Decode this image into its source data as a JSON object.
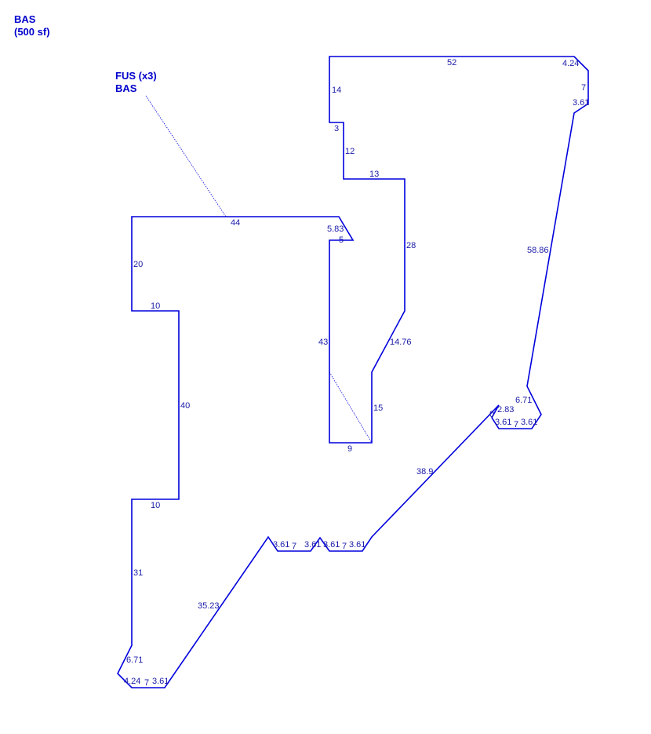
{
  "header": {
    "area_code": "BAS",
    "area_size": "(500 sf)"
  },
  "callout": {
    "line1": "FUS (x3)",
    "line2": "BAS"
  },
  "colors": {
    "outline": "#0000dd",
    "text": "#1a1aa8"
  },
  "dimensions": [
    "52",
    "4.24",
    "7",
    "3.61",
    "14",
    "3",
    "12",
    "13",
    "28",
    "44",
    "5.83",
    "5",
    "20",
    "10",
    "43",
    "14.76",
    "40",
    "15",
    "9",
    "58.86",
    "6.71",
    "2.83",
    "0",
    "3.61",
    "7",
    "3.61",
    "38.9",
    "10",
    "3.61",
    "7",
    "3.61",
    "3.61",
    "7",
    "3.61",
    "31",
    "35.23",
    "6.71",
    "4.24",
    "7",
    "3.61"
  ]
}
